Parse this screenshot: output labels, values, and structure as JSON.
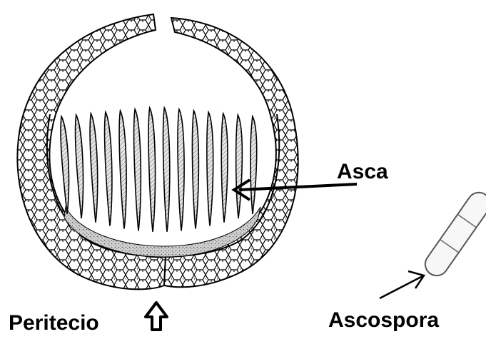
{
  "labels": {
    "asca": "Asca",
    "ascospora": "Ascospora",
    "peritecio": "Peritecio"
  },
  "colors": {
    "ink": "#000000",
    "cell_fill": "#ffffff",
    "ascus_fill": "#d8d8d8",
    "hymenium_fill": "#bdbdbd"
  }
}
